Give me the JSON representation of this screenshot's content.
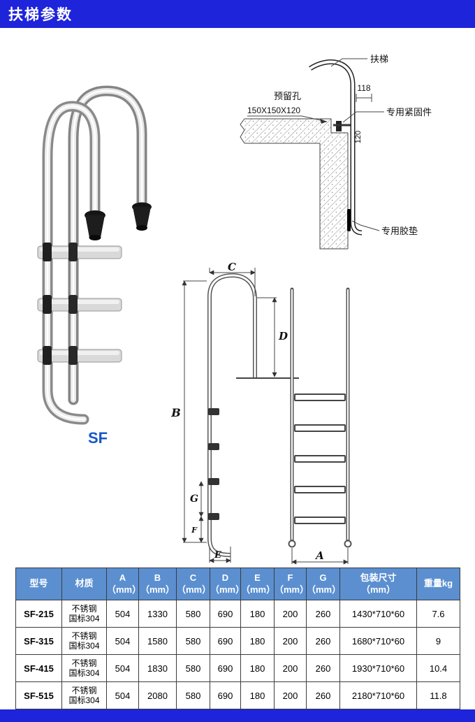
{
  "colors": {
    "accent_blue": "#1e24da",
    "table_header_bg": "#5b8fd0",
    "sf_label_blue": "#1557c8"
  },
  "top_bar": {
    "title": "扶梯参数"
  },
  "photo": {
    "caption": "SF"
  },
  "install_diagram": {
    "ladder_label": "扶梯",
    "dim_118": "118",
    "reserved_hole_label": "预留孔",
    "reserved_hole_size": "150X150X120",
    "fastener_label": "专用紧固件",
    "dim_120": "120",
    "pad_label": "专用胶垫"
  },
  "dimension_diagram": {
    "A": "A",
    "B": "B",
    "C": "C",
    "D": "D",
    "E": "E",
    "F": "F",
    "G": "G"
  },
  "table": {
    "headers": [
      "型号",
      "材质",
      "A\n（mm）",
      "B\n（mm）",
      "C\n（mm）",
      "D\n（mm）",
      "E\n（mm）",
      "F\n（mm）",
      "G\n（mm）",
      "包装尺寸\n（mm）",
      "重量kg"
    ],
    "rows": [
      [
        "SF-215",
        "不锈钢\n国标304",
        "504",
        "1330",
        "580",
        "690",
        "180",
        "200",
        "260",
        "1430*710*60",
        "7.6"
      ],
      [
        "SF-315",
        "不锈钢\n国标304",
        "504",
        "1580",
        "580",
        "690",
        "180",
        "200",
        "260",
        "1680*710*60",
        "9"
      ],
      [
        "SF-415",
        "不锈钢\n国标304",
        "504",
        "1830",
        "580",
        "690",
        "180",
        "200",
        "260",
        "1930*710*60",
        "10.4"
      ],
      [
        "SF-515",
        "不锈钢\n国标304",
        "504",
        "2080",
        "580",
        "690",
        "180",
        "200",
        "260",
        "2180*710*60",
        "11.8"
      ]
    ]
  }
}
